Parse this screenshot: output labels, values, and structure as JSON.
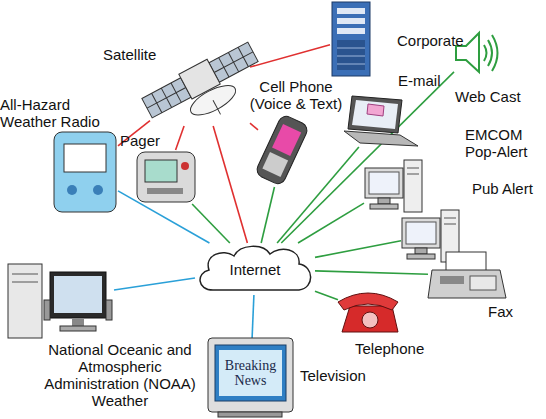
{
  "diagram": {
    "nodes": [
      {
        "text": [
          "Satellite"
        ]
      },
      {
        "text": [
          "Corporate"
        ]
      },
      {
        "text": [
          "All-Hazard Weather Radio"
        ]
      },
      {
        "text": [
          "Pager"
        ]
      },
      {
        "text": [
          "Cell Phone (Voice & Text)"
        ]
      },
      {
        "text": [
          "E-mail"
        ]
      },
      {
        "text": [
          "Web Cast"
        ]
      },
      {
        "text": [
          "EMCOM Pop-Alert"
        ]
      },
      {
        "text": [
          "Pub Alert"
        ]
      },
      {
        "text": [
          "Internet"
        ]
      },
      {
        "text": [
          "Fax"
        ]
      },
      {
        "text": [
          "Telephone"
        ]
      },
      {
        "text": [
          "National Oceanic and Atmospheric Administration (NOAA) Weather"
        ]
      },
      {
        "text": [
          "Television",
          "Breaking News"
        ]
      }
    ],
    "edges": [
      {
        "from": 0,
        "to": 1,
        "arrow": "none"
      },
      {
        "from": 0,
        "to": 2,
        "arrow": "none"
      },
      {
        "from": 0,
        "to": 3,
        "arrow": "none"
      },
      {
        "from": 0,
        "to": 4,
        "arrow": "none"
      },
      {
        "from": 0,
        "to": 9,
        "arrow": "none"
      },
      {
        "from": 9,
        "to": 2,
        "arrow": "none"
      },
      {
        "from": 9,
        "to": 3,
        "arrow": "none"
      },
      {
        "from": 9,
        "to": 4,
        "arrow": "none"
      },
      {
        "from": 9,
        "to": 5,
        "arrow": "none"
      },
      {
        "from": 9,
        "to": 6,
        "arrow": "none"
      },
      {
        "from": 9,
        "to": 7,
        "arrow": "none"
      },
      {
        "from": 9,
        "to": 8,
        "arrow": "none"
      },
      {
        "from": 9,
        "to": 10,
        "arrow": "none"
      },
      {
        "from": 9,
        "to": 11,
        "arrow": "none"
      },
      {
        "from": 9,
        "to": 12,
        "arrow": "none"
      },
      {
        "from": 9,
        "to": 13,
        "arrow": "none"
      }
    ]
  }
}
